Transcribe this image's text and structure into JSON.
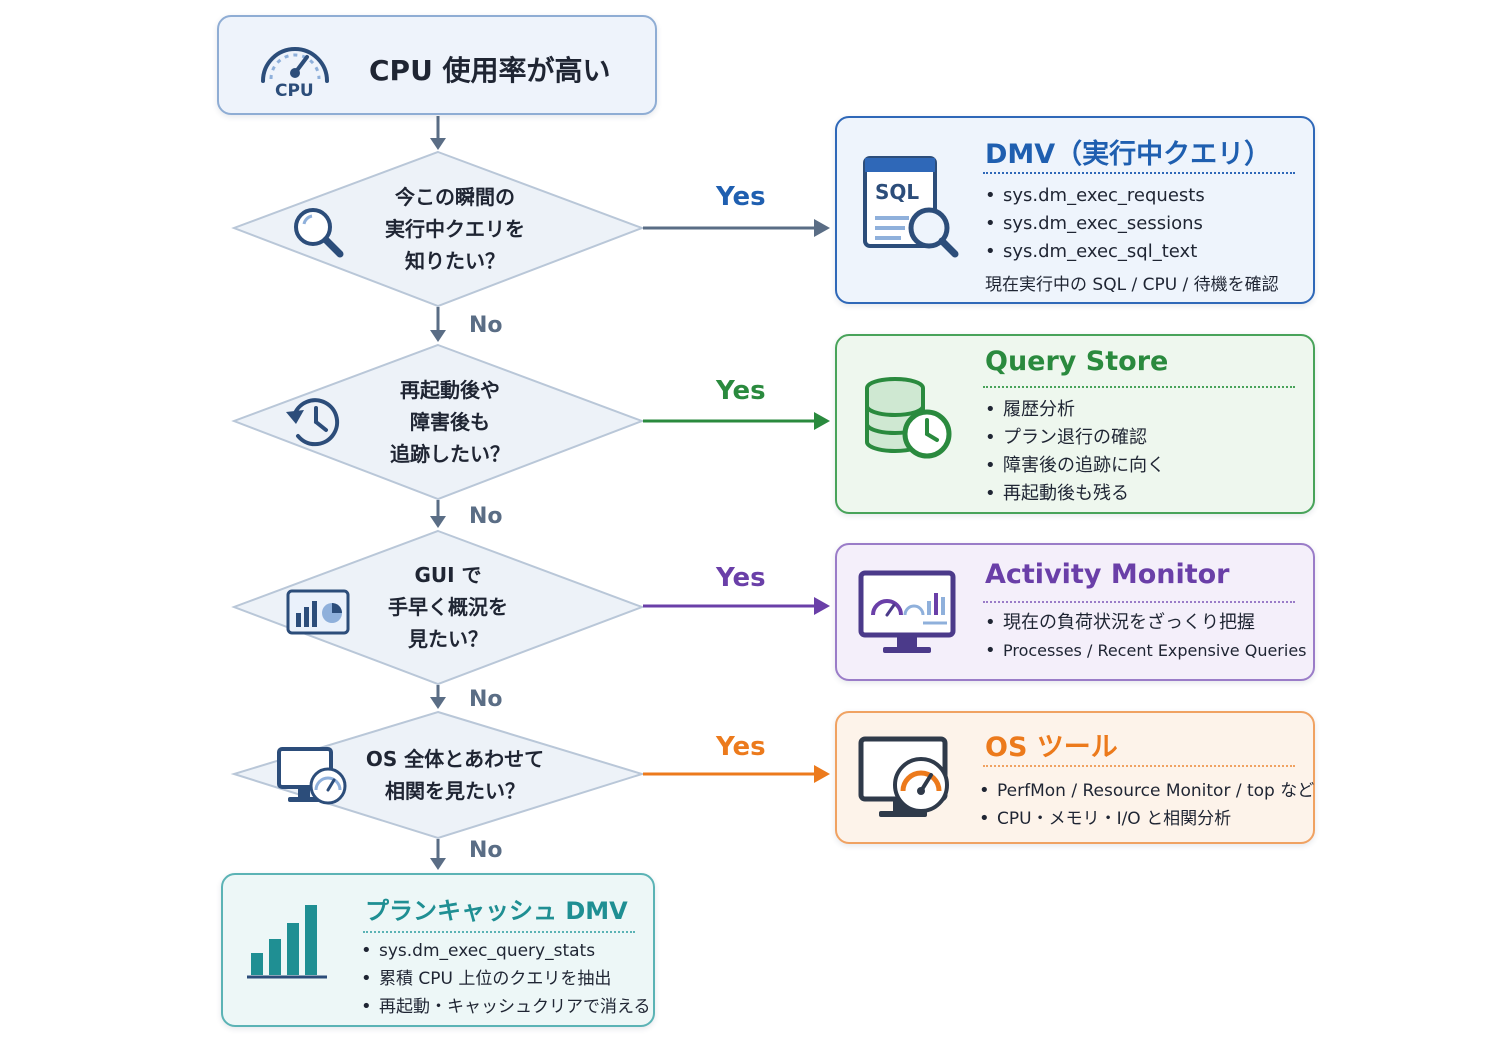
{
  "start": {
    "title": "CPU 使用率が高い",
    "icon_label": "CPU",
    "icon": "gauge-icon"
  },
  "decisions": [
    {
      "lines": [
        "今この瞬間の",
        "実行中クエリを",
        "知りたい？"
      ],
      "icon": "search-icon",
      "yes": "Yes",
      "no": "No"
    },
    {
      "lines": [
        "再起動後や",
        "障害後も",
        "追跡したい？"
      ],
      "icon": "history-clock-icon",
      "yes": "Yes",
      "no": "No"
    },
    {
      "lines": [
        "GUI で",
        "手早く概況を",
        "見たい？"
      ],
      "icon": "dashboard-chart-icon",
      "yes": "Yes",
      "no": "No"
    },
    {
      "lines": [
        "OS 全体とあわせて",
        "相関を見たい？"
      ],
      "icon": "monitor-gauge-icon",
      "yes": "Yes",
      "no": "No"
    }
  ],
  "results": [
    {
      "title": "DMV（実行中クエリ）",
      "icon": "sql-search-icon",
      "icon_label": "SQL",
      "items": [
        "sys.dm_exec_requests",
        "sys.dm_exec_sessions",
        "sys.dm_exec_sql_text"
      ],
      "note": "現在実行中の SQL / CPU / 待機を確認",
      "color": "#1f5fb0"
    },
    {
      "title": "Query Store",
      "icon": "database-clock-icon",
      "items": [
        "履歴分析",
        "プラン退行の確認",
        "障害後の追跡に向く",
        "再起動後も残る"
      ],
      "color": "#2a8a3e"
    },
    {
      "title": "Activity Monitor",
      "icon": "monitor-dashboard-icon",
      "items": [
        "現在の負荷状況をざっくり把握",
        "Processes / Recent Expensive Queries"
      ],
      "color": "#6a3fa8"
    },
    {
      "title": "OS ツール",
      "icon": "monitor-speedometer-icon",
      "items": [
        "PerfMon / Resource Monitor / top など",
        "CPU・メモリ・I/O と相関分析"
      ],
      "color": "#ec7a1c"
    }
  ],
  "final": {
    "title": "プランキャッシュ DMV",
    "icon": "bar-chart-icon",
    "items": [
      "sys.dm_exec_query_stats",
      "累積 CPU 上位のクエリを抽出",
      "再起動・キャッシュクリアで消える"
    ],
    "color": "#1f8f93"
  },
  "bullet": "•"
}
